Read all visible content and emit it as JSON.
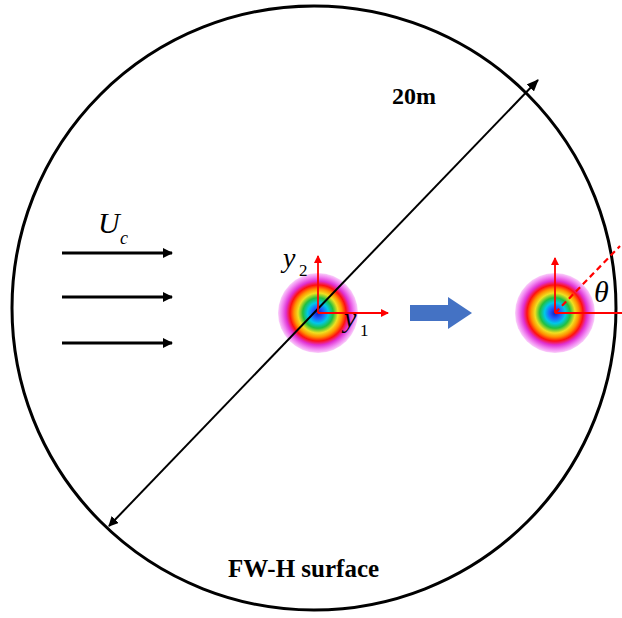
{
  "diagram": {
    "labels": [
      "U",
      "c",
      "20m",
      "y",
      "2",
      "y",
      "1",
      "θ",
      "FW-H surface"
    ]
  }
}
